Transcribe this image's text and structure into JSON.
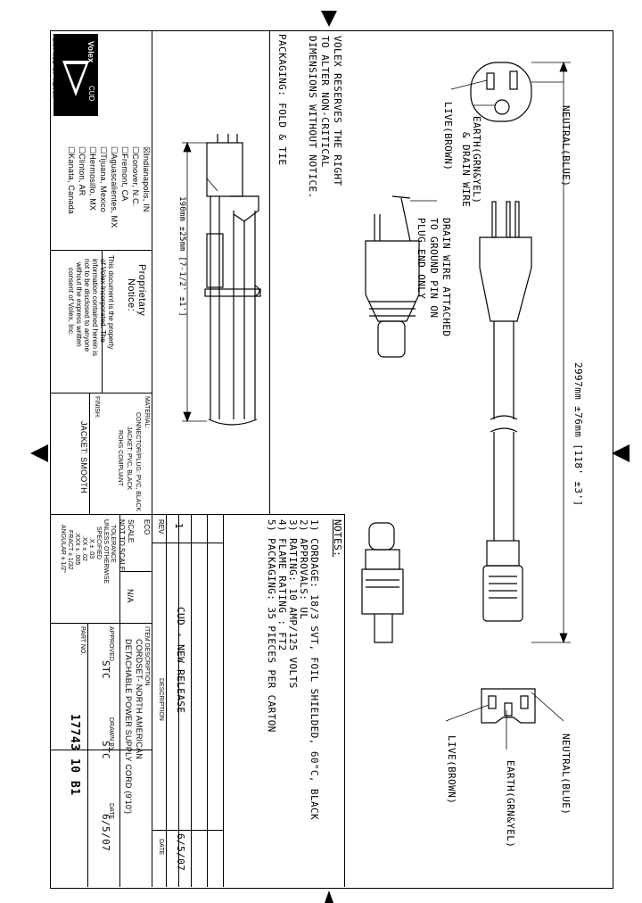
{
  "drawing": {
    "reserve_note": [
      "VOLEX RESERVES THE RIGHT",
      "TO ALTER NON-CRITICAL",
      "DIMENSIONS WITHOUT NOTICE."
    ],
    "packaging_label": "PACKAGING: FOLD & TIE",
    "plug_labels": {
      "neutral": "NEUTRAL(BLUE)",
      "earth": "EARTH(GRN&YEL)",
      "drain": "& DRAIN WIRE",
      "live": "LIVE(BROWN)"
    },
    "drain_note": [
      "DRAIN WIRE ATTACHED",
      "TO GROUND PIN ON",
      "PLUG END ONLY"
    ],
    "length_dim": "2997mm ±76mm [118' ±3']",
    "coil_dim": "190mm ±25mm [7-1/2' ±1']",
    "connector_labels": {
      "neutral": "NEUTRAL(BLUE)",
      "earth": "EARTH(GRN&YEL)",
      "live": "LIVE(BROWN)"
    }
  },
  "notes": {
    "title": "NOTES:",
    "items": [
      "1) CORDAGE: 18/3 SVT, FOIL SHIELDED, 60°C, BLACK",
      "2) APPROVALS: UL",
      "3) RATING: 10 AMP/125 VOLTS",
      "4) FLAME RATING : FT2",
      "5) PACKAGING: 35 PIECES PER CARTON"
    ]
  },
  "title_block": {
    "logo_brand": "Volex",
    "logo_sub": "CUD",
    "form_no": "FORM M01-07 REV.A",
    "locations": [
      {
        "name": "Indianapolis, IN",
        "checked": true
      },
      {
        "name": "Conover, N.C.",
        "checked": false
      },
      {
        "name": "Fremont, CA",
        "checked": false
      },
      {
        "name": "Aguascalientes, MX",
        "checked": false
      },
      {
        "name": "Tijuana, Mexico",
        "checked": false
      },
      {
        "name": "Hermosillo, MX",
        "checked": false
      },
      {
        "name": "Clinton, AR",
        "checked": false
      },
      {
        "name": "Kanata, Canada",
        "checked": false
      }
    ],
    "proprietary_title": [
      "Proprietary",
      "Notice:"
    ],
    "proprietary_text": [
      "This document is the property",
      "of Volex Incorporated. The",
      "information contained herein is",
      "not to be disclosed to anyone",
      "without the express written",
      "consent of Volex, Inc."
    ],
    "material_label": "MATERIAL:",
    "material_lines": [
      "CONNECTOR/PLUG: PVC, BLACK",
      "JACKET: PVC, BLACK",
      "ROHS COMPLIANT"
    ],
    "finish_label": "FINISH:",
    "finish_value": "JACKET: SMOOTH",
    "tolerance": [
      "TOLERANCE",
      "UNLESS OTHERWISE",
      "SPECIFIED",
      ".X ± .03",
      ".XX ± .02",
      ".XXX ± .005",
      "FRACT ± 1/32",
      "ANGULAR ± 1/2°"
    ],
    "scale_label": "SCALE",
    "scale_value": "NOT TO SCALE",
    "ecd_label": "ECO",
    "ecd_value": "N/A",
    "rev_label": "REV",
    "rev_value": "1",
    "description_label": "DESCRIPTION",
    "description_value": "CUD - NEW RELEASE",
    "date_label": "DATE",
    "date_value": "6/5/07",
    "item_desc_label": "ITEM DESCRIPTION",
    "item_desc_lines": [
      "CORDSET- NORTH AMERICAN",
      "DETACHABLE POWER SUPPLY CORD (9'10')"
    ],
    "approved_label": "APPROVED",
    "approved_value": "STC",
    "drawn_label": "DRAWN BY",
    "drawn_value": "STC",
    "date2_label": "DATE",
    "date2_value": "6/5/07",
    "part_no_label": "PART NO.",
    "part_no_value": "17743 10 B1"
  }
}
